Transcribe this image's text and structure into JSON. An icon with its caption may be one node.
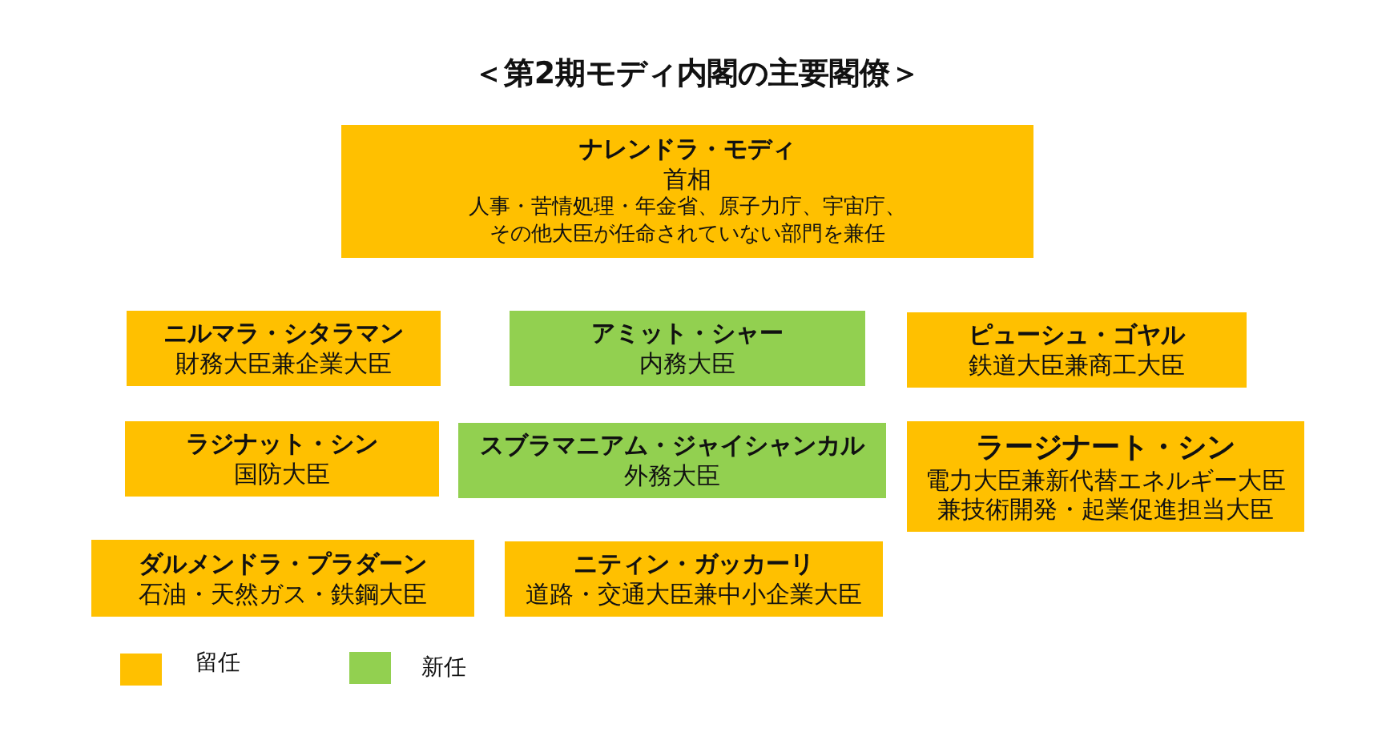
{
  "diagram": {
    "title": "＜第2期モディ内閣の主要閣僚＞",
    "nodes": [
      {
        "text": [
          "ナレンドラ・モディ",
          "首相",
          "人事・苦情処理・年金省、原子力庁、宇宙庁、その他大臣が任命されていない部門を兼任"
        ]
      },
      {
        "text": [
          "ニルマラ・シタラマン",
          "財務大臣兼企業大臣"
        ]
      },
      {
        "text": [
          "アミット・シャー",
          "内務大臣"
        ]
      },
      {
        "text": [
          "ピューシュ・ゴヤル",
          "鉄道大臣兼商工大臣"
        ]
      },
      {
        "text": [
          "ラジナット・シン",
          "国防大臣"
        ]
      },
      {
        "text": [
          "スブラマニアム・ジャイシャンカル",
          "外務大臣"
        ]
      },
      {
        "text": [
          "ラージナート・シン",
          "電力大臣兼新代替エネルギー大臣兼技術開発・起業促進担当大臣"
        ]
      },
      {
        "text": [
          "ダルメンドラ・プラダーン",
          "石油・天然ガス・鉄鋼大臣"
        ]
      },
      {
        "text": [
          "ニティン・ガッカーリ",
          "道路・交通大臣兼中小企業大臣"
        ]
      }
    ],
    "legend": [
      {
        "text": "留任",
        "color": "#ffc000"
      },
      {
        "text": "新任",
        "color": "#92d050"
      }
    ]
  }
}
